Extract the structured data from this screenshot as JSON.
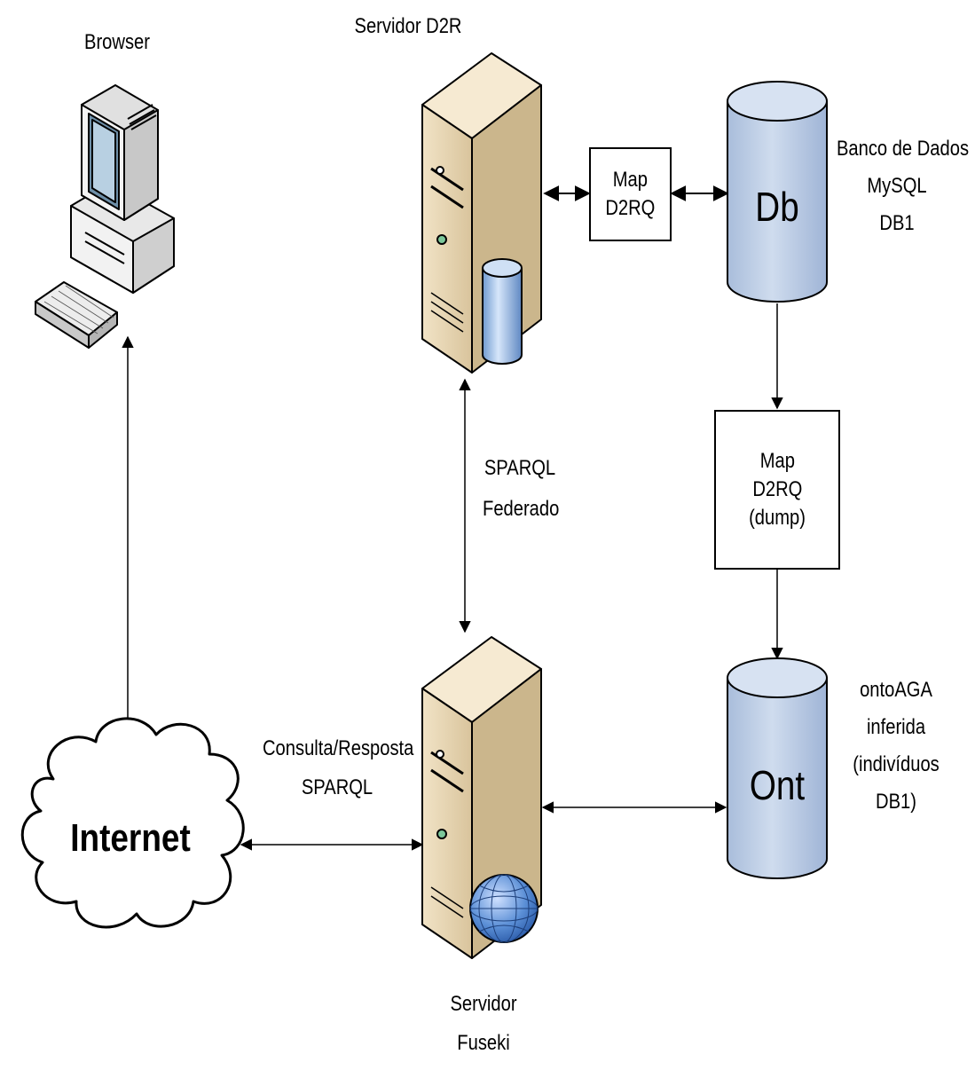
{
  "nodes": {
    "browser": "Browser",
    "server_d2r": "Servidor D2R",
    "map_top": [
      "Map",
      "D2RQ"
    ],
    "db": "Db",
    "db_label": [
      "Banco de Dados",
      "MySQL",
      "DB1"
    ],
    "sparql_federado": [
      "SPARQL",
      "Federado"
    ],
    "map_dump": [
      "Map",
      "D2RQ",
      "(dump)"
    ],
    "ont": "Ont",
    "ont_label": [
      "ontoAGA",
      "inferida",
      "(indivíduos",
      "DB1)"
    ],
    "consulta": [
      "Consulta/Resposta",
      "SPARQL"
    ],
    "internet": "Internet",
    "server_fuseki": [
      "Servidor",
      "Fuseki"
    ]
  },
  "colors": {
    "server_body": "#e6d3b0",
    "server_side": "#c9b38a",
    "cylinder_fill": "#c5d3e8",
    "globe": "#5b8fd6"
  }
}
